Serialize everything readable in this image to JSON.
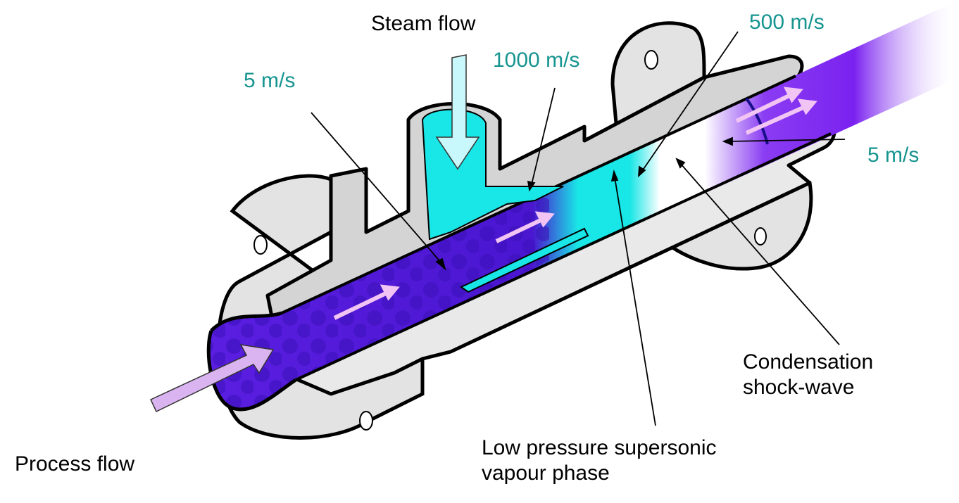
{
  "title": "Steam injector / supersonic steam mixer cross-section",
  "labels": {
    "steam_flow": "Steam flow",
    "process_flow": "Process flow",
    "condensation_line1": "Condensation",
    "condensation_line2": "shock-wave",
    "low_pressure_line1": "Low pressure supersonic",
    "low_pressure_line2": "vapour phase"
  },
  "speeds": {
    "inlet": "5 m/s",
    "steam_nozzle": "1000 m/s",
    "supersonic": "500 m/s",
    "outlet": "5 m/s"
  },
  "colors": {
    "speed_text": "#16948f",
    "process_fluid": "#5a1ee0",
    "process_fluid_dark": "#3a10b8",
    "steam": "#19e6e6",
    "steam_arrow": "#c8f8fb",
    "flow_arrow": "#f2c4f4",
    "process_arrow": "#d9b4f0",
    "metal": "#d9d9d9",
    "metal_dark": "#c4c4c4",
    "outline": "#000000"
  }
}
